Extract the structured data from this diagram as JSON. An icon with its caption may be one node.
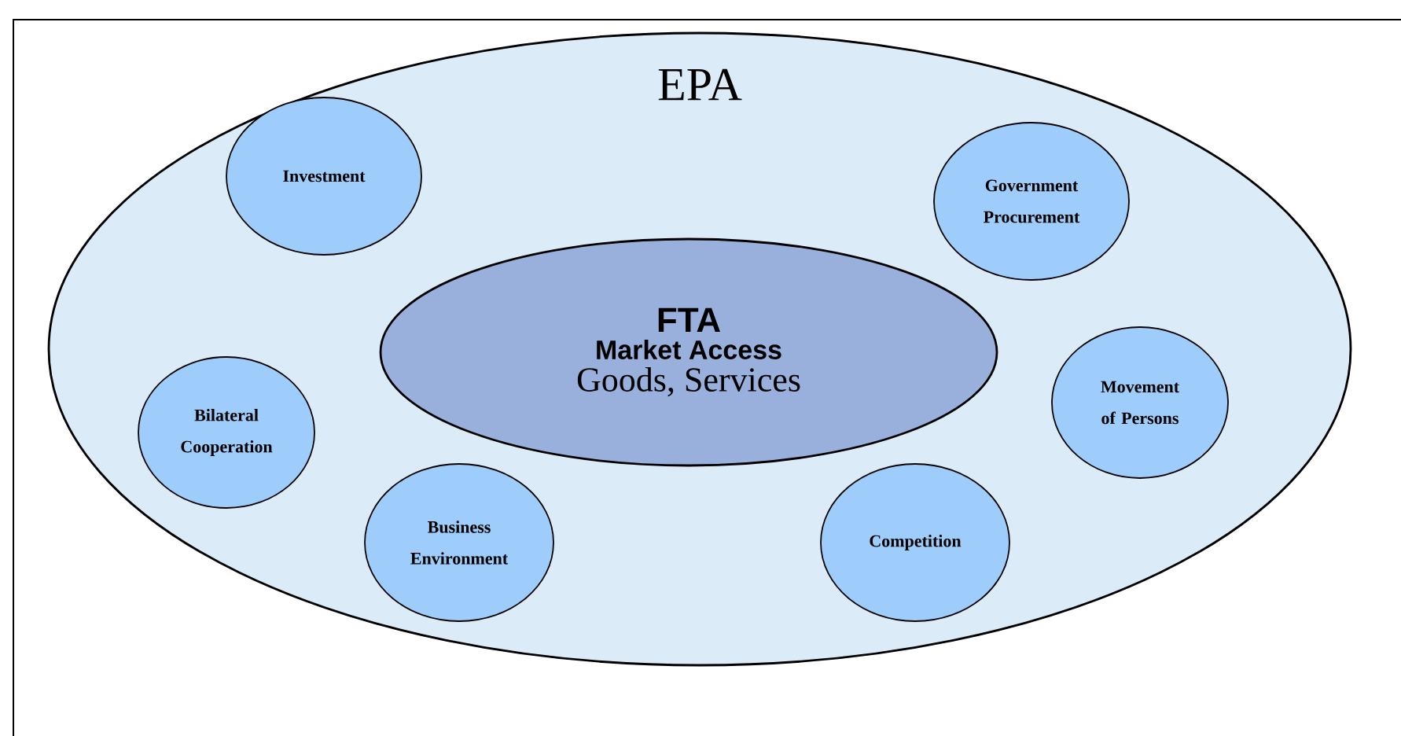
{
  "diagram": {
    "nodes": [
      {
        "text": [
          "EPA"
        ]
      },
      {
        "text": [
          "Investment"
        ],
        "in": 0
      },
      {
        "text": [
          "Government Procurement"
        ],
        "in": 0
      },
      {
        "text": [
          "FTA",
          "Market Access",
          "Goods, Services"
        ],
        "in": 0
      },
      {
        "text": [
          "Movement of Persons"
        ],
        "in": 0
      },
      {
        "text": [
          "Bilateral Cooperation"
        ],
        "in": 0
      },
      {
        "text": [
          "Business Environment"
        ],
        "in": 0
      },
      {
        "text": [
          "Competition"
        ],
        "in": 0
      }
    ]
  }
}
